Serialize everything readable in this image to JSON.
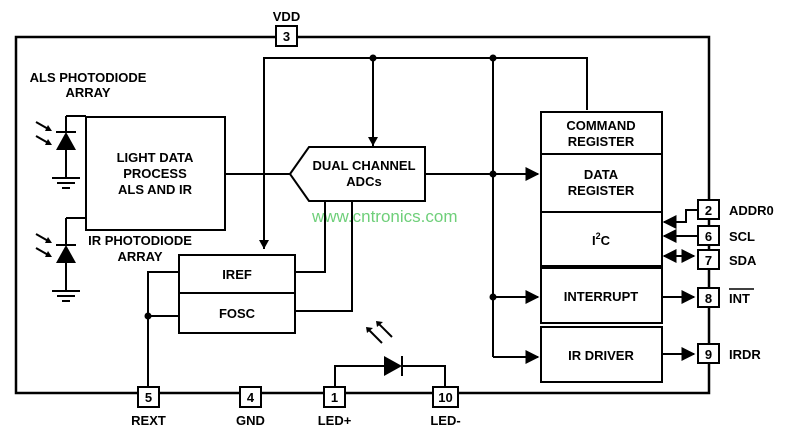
{
  "pins": {
    "vdd": {
      "number": "3",
      "name": "VDD"
    },
    "rext": {
      "number": "5",
      "name": "REXT"
    },
    "gnd": {
      "number": "4",
      "name": "GND"
    },
    "ledp": {
      "number": "1",
      "name": "LED+"
    },
    "ledm": {
      "number": "10",
      "name": "LED-"
    },
    "addr0": {
      "number": "2",
      "name": "ADDR0"
    },
    "scl": {
      "number": "6",
      "name": "SCL"
    },
    "sda": {
      "number": "7",
      "name": "SDA"
    },
    "int": {
      "number": "8",
      "name": "INT"
    },
    "irdr": {
      "number": "9",
      "name": "IRDR"
    }
  },
  "blocks": {
    "als_label_1": "ALS PHOTODIODE",
    "als_label_2": "ARRAY",
    "ir_label_1": "IR PHOTODIODE",
    "ir_label_2": "ARRAY",
    "light_1": "LIGHT DATA",
    "light_2": "PROCESS",
    "light_3": "ALS AND IR",
    "adc_1": "DUAL CHANNEL",
    "adc_2": "ADCs",
    "cmd_1": "COMMAND",
    "cmd_2": "REGISTER",
    "data_1": "DATA",
    "data_2": "REGISTER",
    "i2c_main": "I",
    "i2c_sup": "2",
    "i2c_tail": "C",
    "interrupt": "INTERRUPT",
    "irdriver": "IR DRIVER",
    "iref": "IREF",
    "fosc": "FOSC"
  },
  "watermark": "www.cntronics.com"
}
